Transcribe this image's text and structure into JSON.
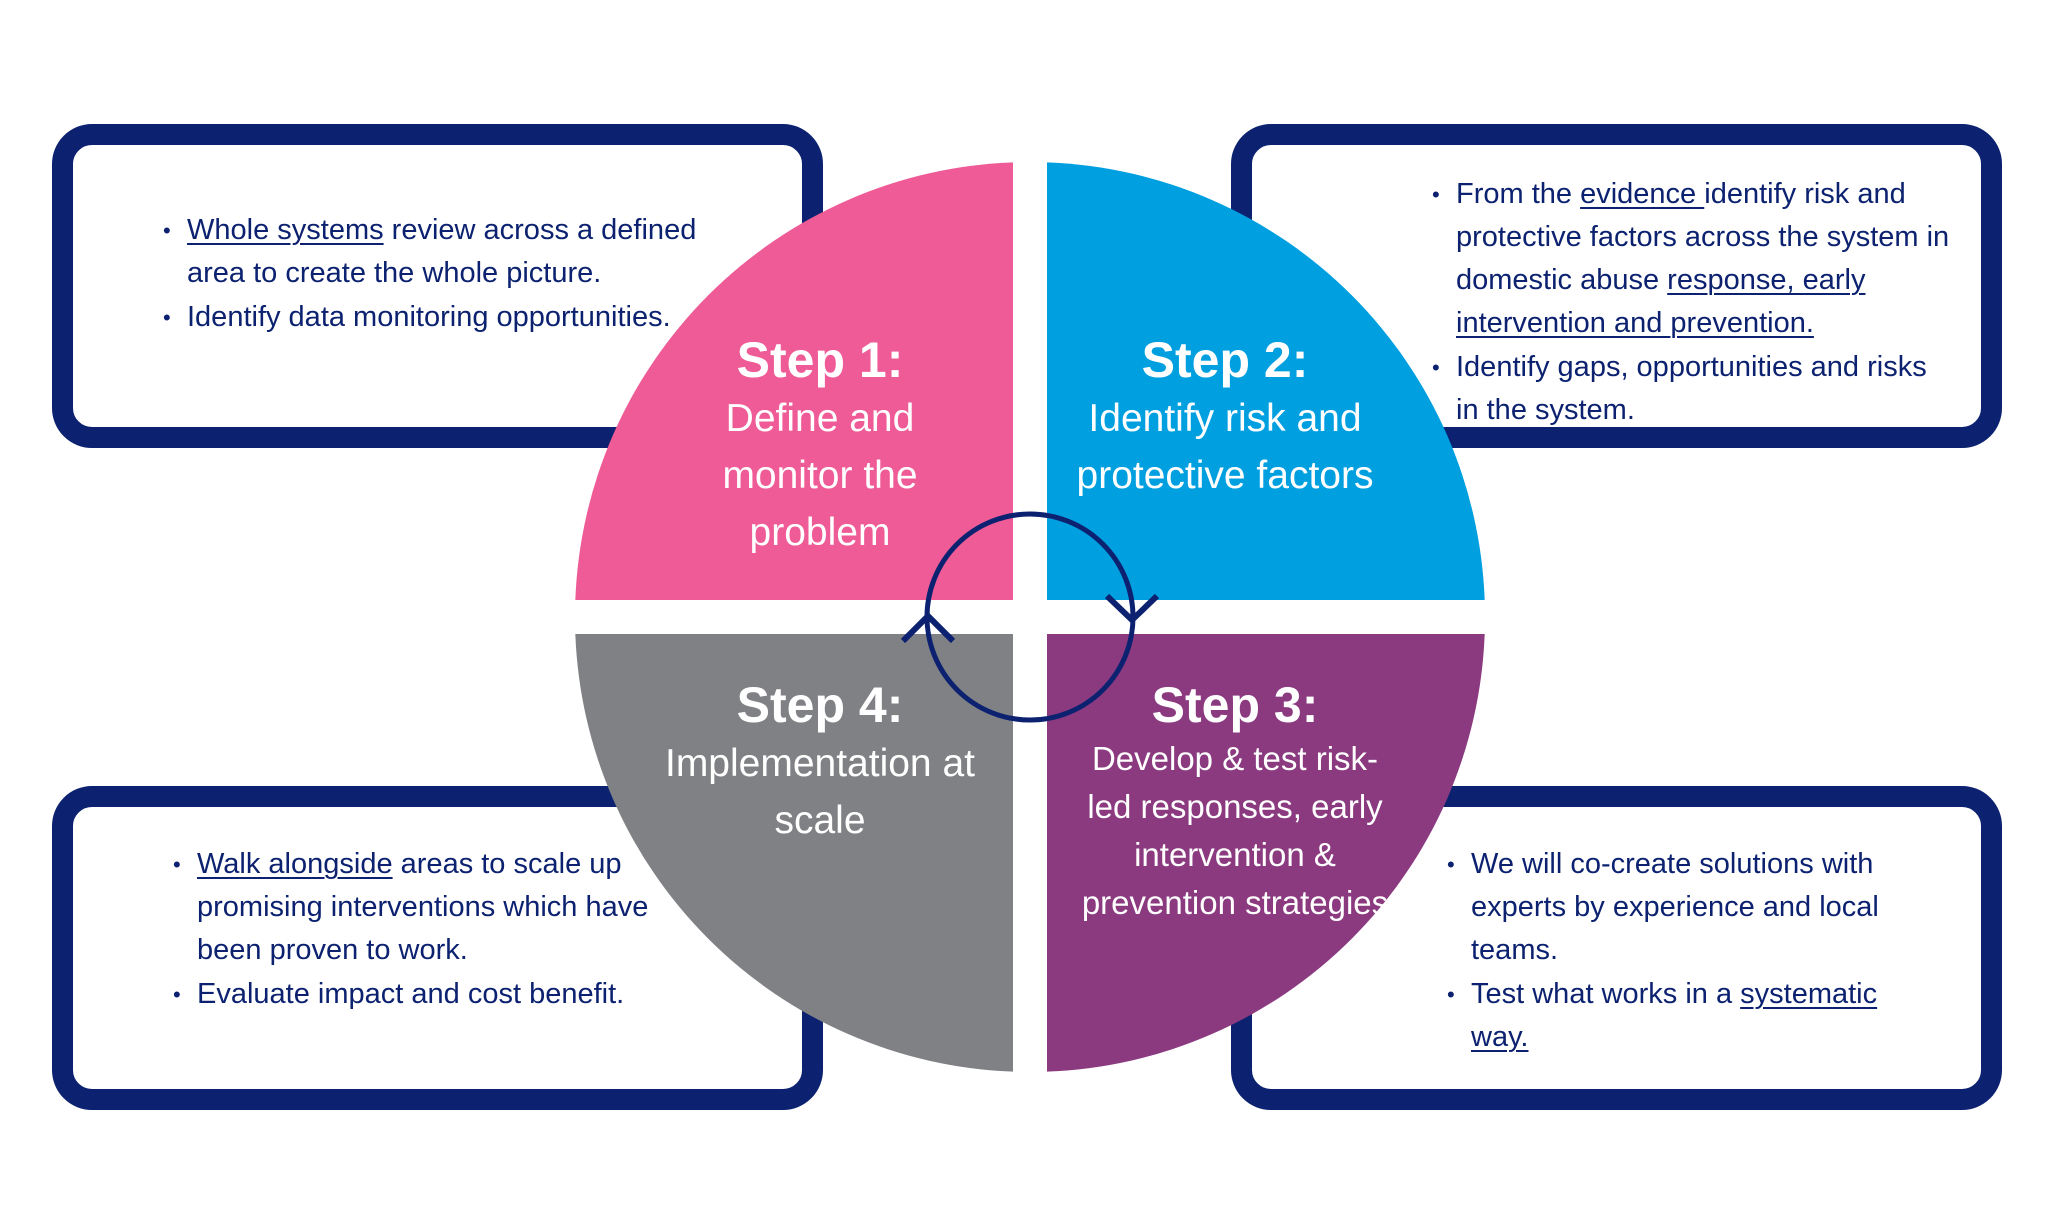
{
  "steps": [
    {
      "title": "Step 1:",
      "description": "Define and monitor the problem",
      "color": "#ee5b96"
    },
    {
      "title": "Step 2:",
      "description": "Identify risk and protective factors",
      "color": "#009fe0"
    },
    {
      "title": "Step 3:",
      "description": "Develop & test risk-led responses, early intervention & prevention strategies",
      "color": "#8b3a80"
    },
    {
      "title": "Step 4:",
      "description": "Implementation at scale",
      "color": "#808184"
    }
  ],
  "boxes": {
    "top_left": {
      "b1": {
        "link": "Whole systems",
        "rest": " review across a defined area to create the whole picture."
      },
      "b2": {
        "text": "Identify data monitoring opportunities."
      }
    },
    "top_right": {
      "b1": {
        "pre": "From the ",
        "link1": "evidence ",
        "mid": "identify risk and protective factors across the system in domestic abuse ",
        "link2": "response, early intervention and prevention."
      },
      "b2": {
        "text": "Identify gaps, opportunities and risks in the system."
      }
    },
    "bottom_left": {
      "b1": {
        "link": "Walk alongside",
        "rest": " areas to scale up promising interventions which have been proven to work."
      },
      "b2": {
        "text": "Evaluate impact and cost benefit."
      }
    },
    "bottom_right": {
      "b1": {
        "text": "We will co-create solutions with experts by experience and local teams."
      },
      "b2": {
        "pre": "Test what works in a ",
        "link": "systematic way."
      }
    }
  },
  "colors": {
    "navy": "#0c2270"
  }
}
